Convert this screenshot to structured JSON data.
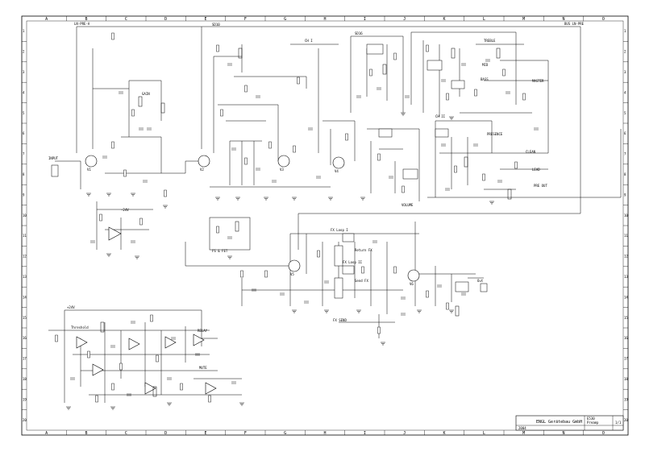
{
  "border": {
    "cols_top": [
      "A",
      "B",
      "C",
      "D",
      "E",
      "F",
      "G",
      "H",
      "I",
      "J",
      "K",
      "L",
      "M",
      "N",
      "O"
    ],
    "cols_bottom": [
      "A",
      "B",
      "C",
      "D",
      "E",
      "F",
      "G",
      "H",
      "I",
      "J",
      "K",
      "L",
      "M",
      "N",
      "O"
    ],
    "rows": [
      "1",
      "2",
      "3",
      "4",
      "5",
      "6",
      "7",
      "8",
      "9",
      "10",
      "11",
      "12",
      "13",
      "14",
      "15",
      "16",
      "17",
      "18",
      "19",
      "20"
    ]
  },
  "labels": {
    "ln_pre_a": "LN-PRE-A",
    "bus_ln_pre": "BUS LN-PRE",
    "sd10": "SD10",
    "sd16": "SD16",
    "input": "INPUT",
    "v1": "V1",
    "v2": "V2",
    "v3": "V3",
    "v4": "V4",
    "v5": "V5",
    "v6": "V6",
    "fx_loop_1": "FX Loop I",
    "fx_loop_2": "FX Loop II",
    "return_fx": "Return FX",
    "send_fx": "Send FX",
    "out": "Out",
    "fs_fet": "FS & FET",
    "plus_24v": "+24V",
    "minus_24v": "-24V",
    "threshold": "Threshold",
    "relay": "RELAY",
    "mute": "MUTE",
    "gain": "GAIN",
    "bass": "BASS",
    "mid": "MID",
    "treble": "TREBLE",
    "master": "MASTER",
    "presence": "PRESENCE",
    "volume": "VOLUME",
    "clean": "CLEAN",
    "lead": "LEAD",
    "ch1": "CH I",
    "ch2": "CH II",
    "pre_out": "PRE OUT",
    "fx_send": "FX SEND"
  },
  "title_block": {
    "company": "ENGL Gerätebau GmbH",
    "drawing_no": "E530",
    "sheet": "1/1",
    "designation": "Preamp",
    "date": "2004"
  }
}
